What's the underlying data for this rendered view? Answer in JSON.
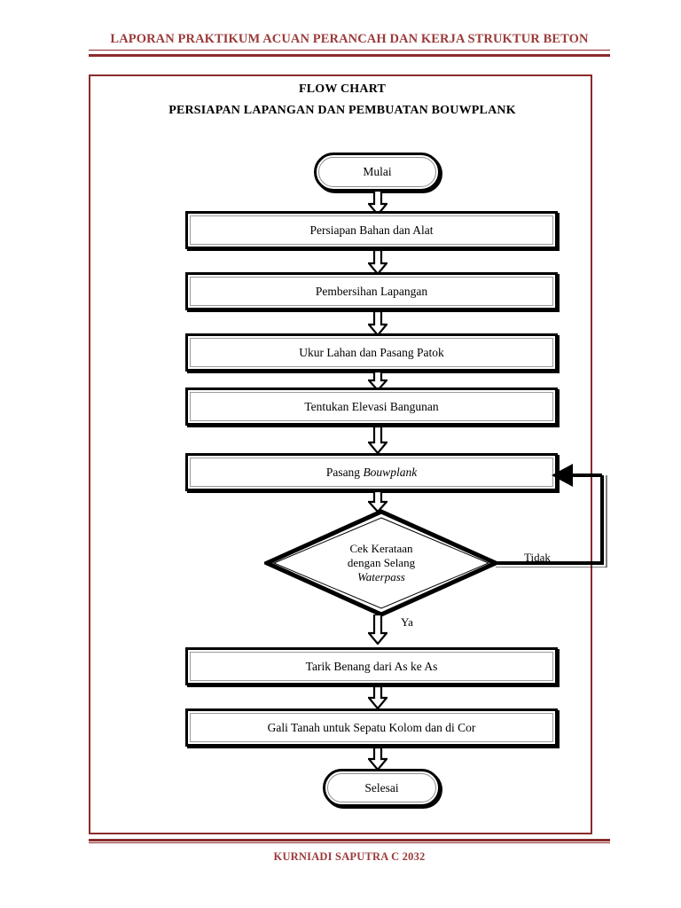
{
  "document": {
    "header_title": "LAPORAN PRAKTIKUM ACUAN PERANCAH DAN KERJA STRUKTUR BETON",
    "footer_text": "KURNIADI SAPUTRA C 2032",
    "accent_color": "#8a2b2b",
    "header_text_color": "#9b3a3a"
  },
  "chart": {
    "title_line1": "FLOW CHART",
    "title_line2": "PERSIAPAN LAPANGAN DAN PEMBUATAN BOUWPLANK",
    "nodes": [
      {
        "id": "start",
        "type": "terminator",
        "label": "Mulai"
      },
      {
        "id": "p1",
        "type": "process",
        "label": "Persiapan Bahan dan Alat"
      },
      {
        "id": "p2",
        "type": "process",
        "label": "Pembersihan Lapangan"
      },
      {
        "id": "p3",
        "type": "process",
        "label": "Ukur Lahan dan Pasang Patok"
      },
      {
        "id": "p4",
        "type": "process",
        "label": "Tentukan Elevasi Bangunan"
      },
      {
        "id": "p5",
        "type": "process",
        "label_plain": "Pasang ",
        "label_italic": "Bouwplank"
      },
      {
        "id": "decision",
        "type": "decision",
        "label_line1": "Cek Kerataan",
        "label_line2": "dengan Selang",
        "label_line3_italic": "Waterpass"
      },
      {
        "id": "p6",
        "type": "process",
        "label": "Tarik Benang dari As ke As"
      },
      {
        "id": "p7",
        "type": "process",
        "label": "Gali Tanah untuk Sepatu Kolom dan di Cor"
      },
      {
        "id": "end",
        "type": "terminator",
        "label": "Selesai"
      }
    ],
    "edge_labels": {
      "no_branch": "Tidak",
      "yes_branch": "Ya"
    }
  },
  "chart_data": {
    "type": "diagram",
    "title": "FLOW CHART PERSIAPAN LAPANGAN DAN PEMBUATAN BOUWPLANK",
    "sequence": [
      "Mulai",
      "Persiapan Bahan dan Alat",
      "Pembersihan Lapangan",
      "Ukur Lahan dan Pasang Patok",
      "Tentukan Elevasi Bangunan",
      "Pasang Bouwplank",
      "Cek Kerataan dengan Selang Waterpass",
      "Tarik Benang dari As ke As",
      "Gali Tanah untuk Sepatu Kolom dan di Cor",
      "Selesai"
    ],
    "branches": [
      {
        "from": "Cek Kerataan dengan Selang Waterpass",
        "label": "Ya",
        "to": "Tarik Benang dari As ke As"
      },
      {
        "from": "Cek Kerataan dengan Selang Waterpass",
        "label": "Tidak",
        "to": "Pasang Bouwplank"
      }
    ]
  }
}
